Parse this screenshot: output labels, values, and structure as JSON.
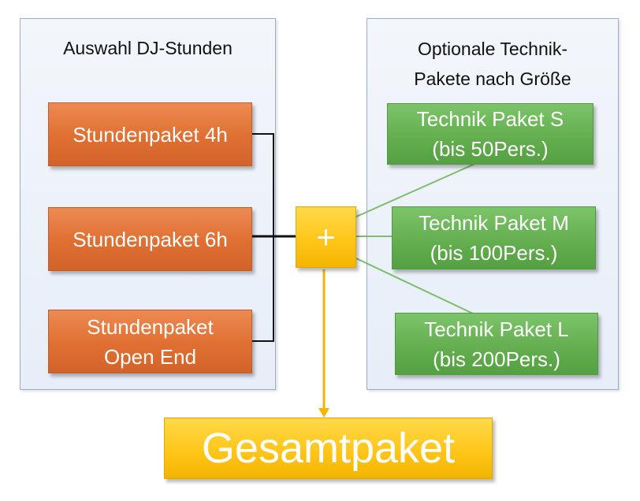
{
  "left_panel": {
    "title": "Auswahl DJ-Stunden",
    "items": [
      {
        "label": "Stundenpaket 4h"
      },
      {
        "label": "Stundenpaket 6h"
      },
      {
        "label": "Stundenpaket\nOpen End"
      }
    ]
  },
  "right_panel": {
    "title": "Optionale Technik-\nPakete nach Größe",
    "items": [
      {
        "label": "Technik Paket S\n(bis 50Pers.)"
      },
      {
        "label": "Technik Paket M\n(bis 100Pers.)"
      },
      {
        "label": "Technik Paket L\n(bis 200Pers.)"
      }
    ]
  },
  "plus_node": {
    "label": "+"
  },
  "result": {
    "label": "Gesamtpaket"
  },
  "colors": {
    "orange_box": "#df6f31",
    "green_box": "#62ad4e",
    "yellow_box": "#ffc61a",
    "panel_fill": "#e9eff8",
    "panel_border": "#9aaecb",
    "connector_black": "#111111",
    "connector_green": "#7bbf6b",
    "connector_yellow": "#f3b500"
  }
}
